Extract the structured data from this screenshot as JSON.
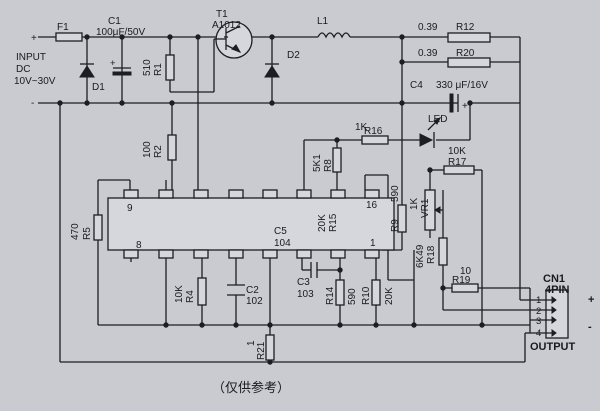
{
  "input": {
    "plus": "+",
    "minus": "-",
    "label_1": "INPUT",
    "label_2": "DC",
    "label_3": "10V~30V"
  },
  "components": {
    "F1": "F1",
    "C1_name": "C1",
    "C1_value": "100μF/50V",
    "T1_name": "T1",
    "T1_part": "A1012",
    "L1": "L1",
    "R12_value": "0.39",
    "R12_name": "R12",
    "R20_value": "0.39",
    "R20_name": "R20",
    "C4_name": "C4",
    "C4_value": "330 μF/16V",
    "C4_plus": "+",
    "D1": "D1",
    "D2": "D2",
    "R1_value": "510",
    "R1_name": "R1",
    "R2_value": "100",
    "R2_name": "R2",
    "R16_value": "1K",
    "R16_name": "R16",
    "LED": "LED",
    "R17_value": "10K",
    "R17_name": "R17",
    "R8_value": "5K1",
    "R8_name": "R8",
    "R5_value": "470",
    "R5_name": "R5",
    "pin9": "9",
    "pin8": "8",
    "pin16": "16",
    "pin1": "1",
    "C5_name": "C5",
    "C5_value": "104",
    "R15_value": "20K",
    "R15_name": "R15",
    "R9_value": "590",
    "R9_name": "R9",
    "VR1_value": "1K",
    "VR1_name": "VR1",
    "R18_value": "6K49",
    "R18_name": "R18",
    "R19_value": "10",
    "R19_name": "R19",
    "R4_value": "10K",
    "R4_name": "R4",
    "C2_name": "C2",
    "C2_value": "102",
    "C3_name": "C3",
    "C3_value": "103",
    "R14_name": "R14",
    "R14_value": "590",
    "R10_name": "R10",
    "R10_value": "20K",
    "R21_value": "1",
    "R21_name": "R21"
  },
  "connector": {
    "name_1": "CN1",
    "name_2": "4PIN",
    "pins": [
      "1",
      "2",
      "3",
      "4"
    ],
    "plus": "+",
    "minus": "-",
    "label": "OUTPUT"
  },
  "caption": "（仅供参考）"
}
